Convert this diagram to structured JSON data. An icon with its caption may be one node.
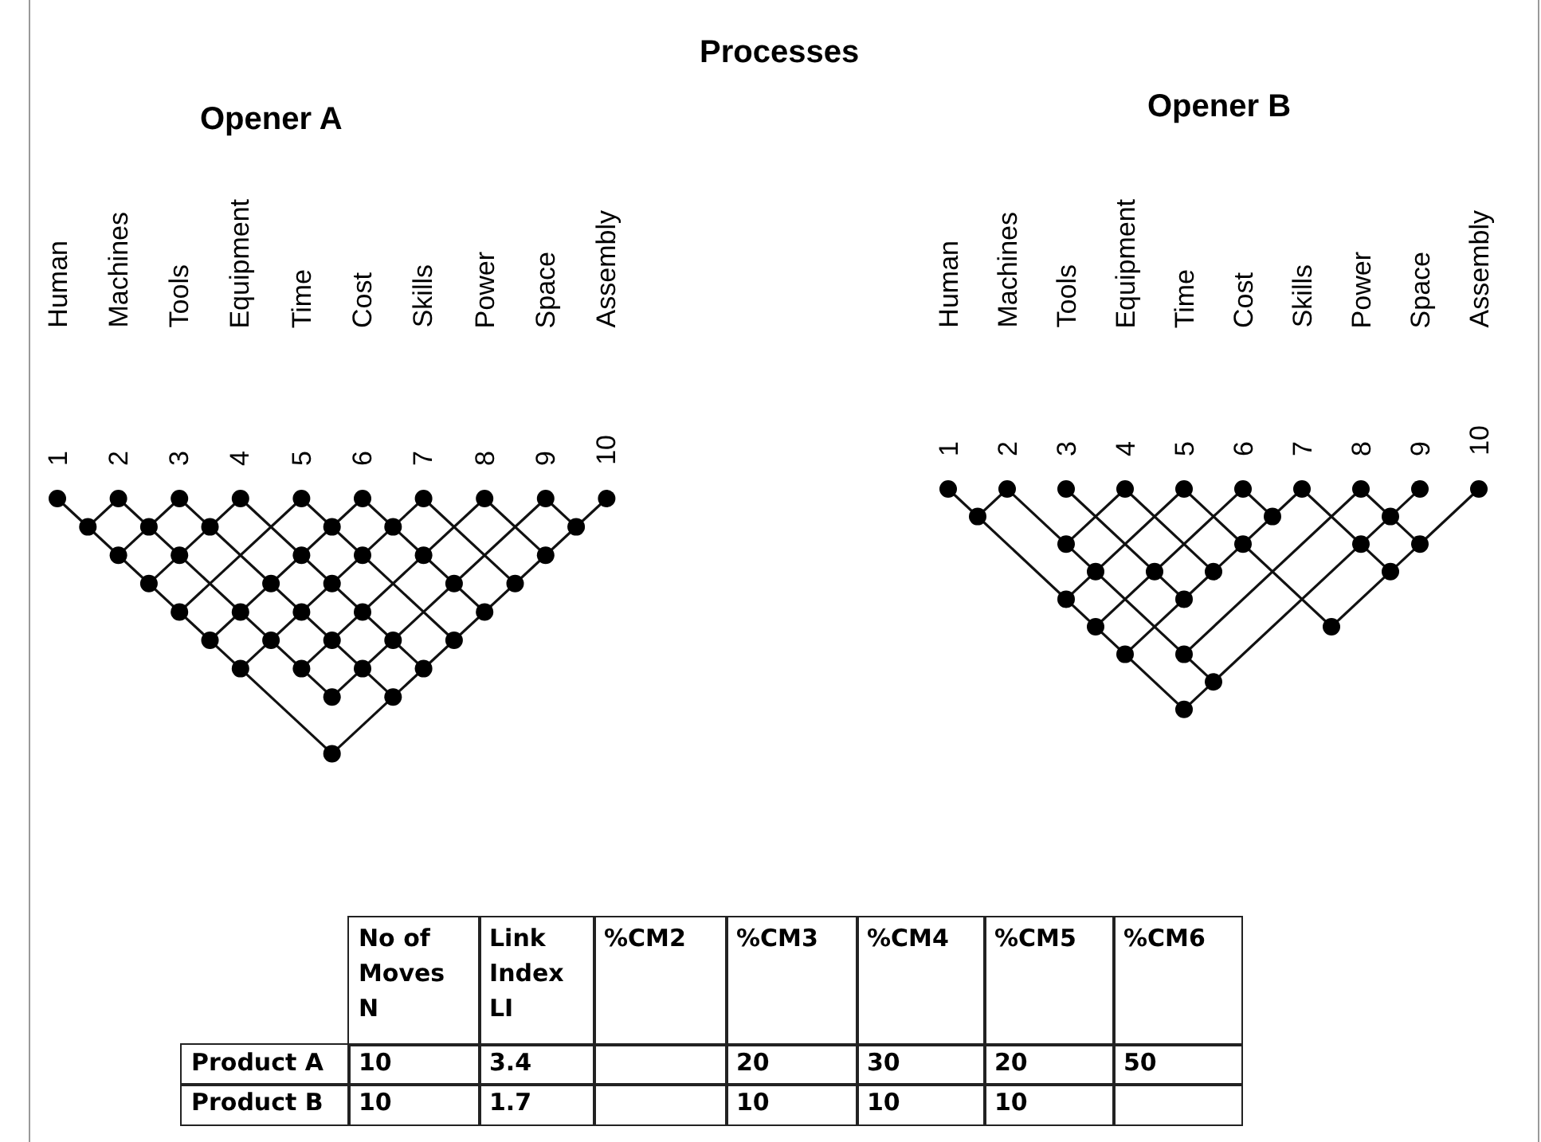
{
  "diagram": {
    "title": "Processes",
    "labels": [
      "Opener A",
      "Human",
      "Machines",
      "Tools",
      "Equipment",
      "Time",
      "Cost",
      "Skills",
      "Power",
      "Space",
      "Assembly",
      "1",
      "2",
      "3",
      "4",
      "5",
      "6",
      "7",
      "8",
      "9",
      "10",
      "Opener B",
      "Human",
      "Machines",
      "Tools",
      "Equipment",
      "Time",
      "Cost",
      "Skills",
      "Power",
      "Space",
      "Assembly",
      "1",
      "2",
      "3",
      "4",
      "5",
      "6",
      "7",
      "8",
      "9",
      "10",
      "No of Moves N",
      "Link Index LI",
      "%CM2",
      "%CM3",
      "%CM4",
      "%CM5",
      "%CM6",
      "Product A",
      "10",
      "3.4",
      "20",
      "30",
      "20",
      "50",
      "Product B",
      "10",
      "1.7",
      "10",
      "10",
      "10"
    ]
  }
}
